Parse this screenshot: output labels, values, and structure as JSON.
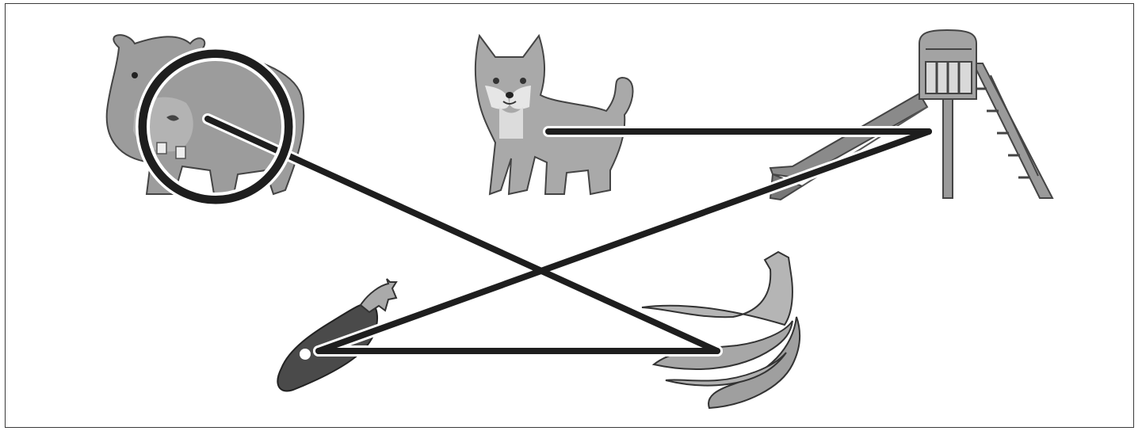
{
  "puzzle": {
    "type": "connect-the-pictures",
    "items": [
      {
        "id": "hippo",
        "icon": "hippo-icon",
        "selected": true
      },
      {
        "id": "dog",
        "icon": "dog-icon",
        "selected": false
      },
      {
        "id": "slide",
        "icon": "slide-icon",
        "selected": false
      },
      {
        "id": "eggplant",
        "icon": "eggplant-icon",
        "selected": false
      },
      {
        "id": "banana",
        "icon": "banana-icon",
        "selected": false
      }
    ],
    "connections": [
      {
        "from": "hippo",
        "to": "banana"
      },
      {
        "from": "banana",
        "to": "eggplant"
      },
      {
        "from": "eggplant",
        "to": "slide"
      },
      {
        "from": "slide",
        "to": "dog"
      }
    ],
    "colors": {
      "line": "#1e1e1e",
      "line_outline": "#ffffff",
      "frame": "#3a3a3a",
      "background": "#ffffff"
    }
  }
}
